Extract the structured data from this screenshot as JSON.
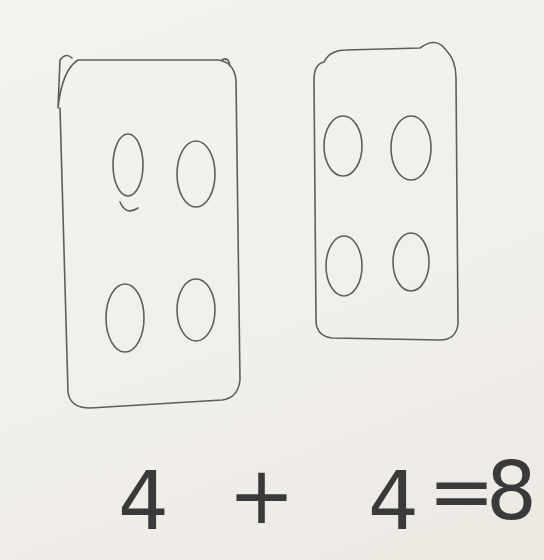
{
  "diagram": {
    "labels": [
      "4",
      "+",
      "4",
      "=",
      "8"
    ]
  }
}
